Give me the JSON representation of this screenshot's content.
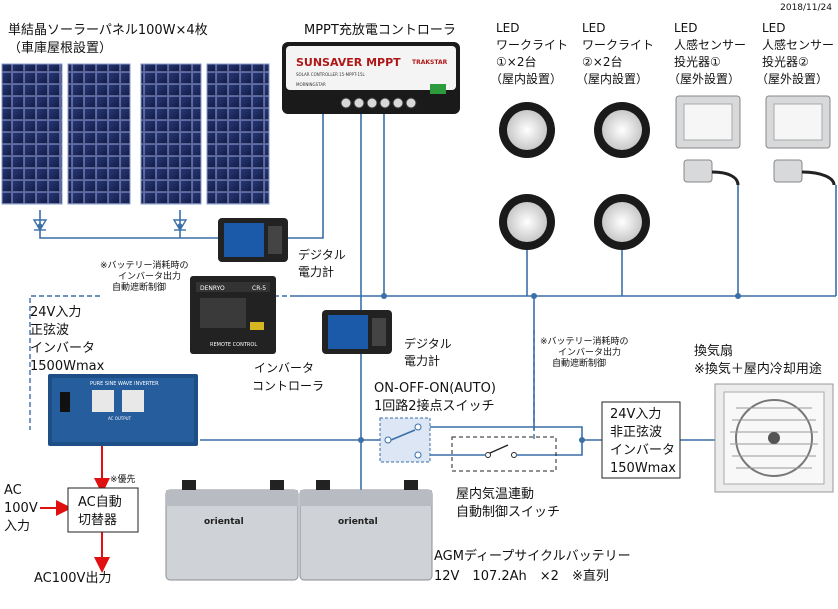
{
  "date": "2018/11/24",
  "solar": {
    "line1": "単結晶ソーラーパネル100W×4枚",
    "line2": "（車庫屋根設置）"
  },
  "controller": {
    "label": "MPPT充放電コントローラ",
    "brand": "SUNSAVER MPPT",
    "subtitle": "SOLAR CONTROLLER 15-MPPT-15L",
    "trakstar": "TRAKSTAR",
    "maker": "MORNINGSTAR"
  },
  "lights": [
    {
      "lines": [
        "LED",
        "ワークライト",
        "①×2台",
        "（屋内設置）"
      ]
    },
    {
      "lines": [
        "LED",
        "ワークライト",
        "②×2台",
        "（屋内設置）"
      ]
    },
    {
      "lines": [
        "LED",
        "人感センサー",
        "投光器①",
        "（屋外設置）"
      ]
    },
    {
      "lines": [
        "LED",
        "人感センサー",
        "投光器②",
        "（屋外設置）"
      ]
    }
  ],
  "meter1": {
    "lines": [
      "デジタル",
      "電力計"
    ]
  },
  "meter2": {
    "lines": [
      "デジタル",
      "電力計"
    ]
  },
  "note1": {
    "lines": [
      "※バッテリー消耗時の",
      "インバータ出力",
      "自動遮断制御"
    ]
  },
  "note2": {
    "lines": [
      "※バッテリー消耗時の",
      "インバータ出力",
      "自動遮断制御"
    ]
  },
  "remote": {
    "brand": "DENRYO",
    "model": "CR-5",
    "panel": "REMOTE CONTROL",
    "lines": [
      "インバータ",
      "コントローラ"
    ]
  },
  "inverter1": {
    "lines": [
      "24V入力",
      "正弦波",
      "インバータ",
      "1500Wmax"
    ],
    "panel_title": "PURE SINE WAVE INVERTER",
    "ac_output": "AC OUTPUT"
  },
  "switch": {
    "lines": [
      "ON-OFF-ON(AUTO)",
      "1回路2接点スイッチ"
    ]
  },
  "auto_switch": {
    "lines": [
      "屋内気温連動",
      "自動制御スイッチ"
    ]
  },
  "inverter2": {
    "lines": [
      "24V入力",
      "非正弦波",
      "インバータ",
      "150Wmax"
    ]
  },
  "fan": {
    "lines": [
      "換気扇",
      "※換気＋屋内冷却用途"
    ]
  },
  "ac_input": {
    "lines": [
      "AC",
      "100V",
      "入力"
    ]
  },
  "ats": {
    "lines": [
      "AC自動",
      "切替器"
    ]
  },
  "priority": "※優先",
  "ac_output": "AC100V出力",
  "battery_brand": "oriental",
  "battery": {
    "lines": [
      "AGMディープサイクルバッテリー",
      "12V　107.2Ah　×2　※直列"
    ]
  }
}
